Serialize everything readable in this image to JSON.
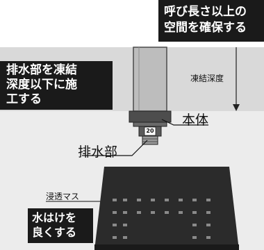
{
  "colors": {
    "ground_shade": "#d9d9d9",
    "pipe_gray": "#bdbdbd",
    "pipe_edge": "#4a4a4a",
    "callout_bg": "#1a1a1a",
    "callout_text": "#ffffff",
    "box_dark": "#2b2b2b",
    "dot": "#8a8a8a"
  },
  "callouts": {
    "space": {
      "line1": "呼び長さ以上の",
      "line2": "空間を確保する"
    },
    "drain_depth": {
      "line1": "排水部を凍結",
      "line2": "深度以下に施",
      "line3": "工する"
    },
    "water": {
      "line1": "水はけを",
      "line2": "良くする"
    }
  },
  "labels": {
    "frost_depth": "凍結深度",
    "body": "本体",
    "drain": "排水部",
    "basin": "浸透マス",
    "size_mark": "20"
  }
}
